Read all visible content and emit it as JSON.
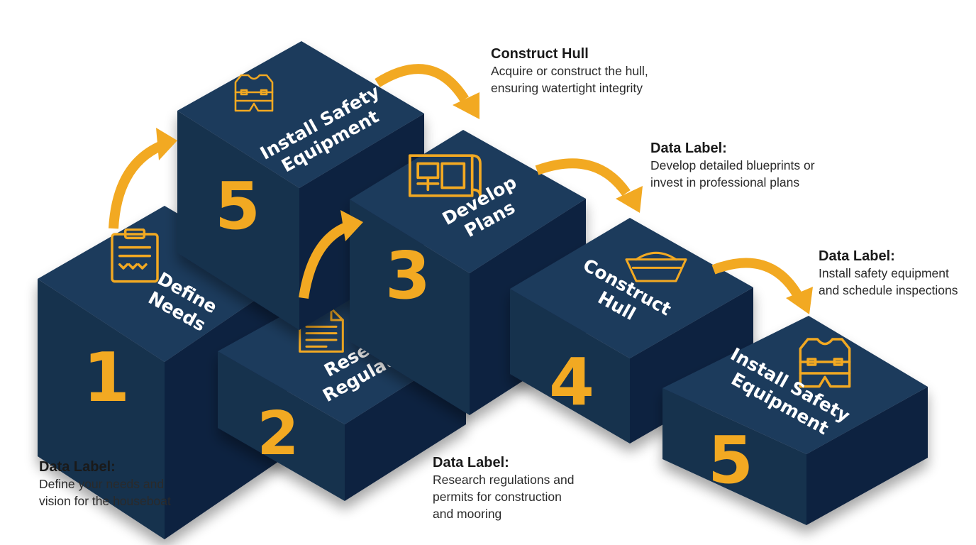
{
  "steps": [
    {
      "number": "1",
      "title_lines": [
        "Define",
        "Needs"
      ],
      "icon": "clipboard-icon"
    },
    {
      "number": "2",
      "title_lines": [
        "Research",
        "Regulations"
      ],
      "icon": "document-icon"
    },
    {
      "number": "3",
      "title_lines": [
        "Develop",
        "Plans"
      ],
      "icon": "blueprint-icon"
    },
    {
      "number": "4",
      "title_lines": [
        "Construct",
        "Hull"
      ],
      "icon": "boat-hull-icon"
    },
    {
      "number": "5",
      "title_lines": [
        "Install Safety",
        "Equipment"
      ],
      "icon": "life-vest-icon"
    },
    {
      "number": "5",
      "title_lines": [
        "Install Safety",
        "Equipment"
      ],
      "icon": "life-vest-icon",
      "secondary_icon": "warning-shield-icon"
    }
  ],
  "annotations": {
    "define_needs": {
      "title": "Data Label:",
      "body": "Define your needs and\nvision for the houseboat"
    },
    "research_regulations": {
      "title": "Data Label:",
      "body": "Research regulations and\npermits for construction\nand mooring"
    },
    "construct_hull": {
      "title": "Construct Hull",
      "body": "Acquire or construct the hull,\nensuring watertight integrity"
    },
    "develop_plans": {
      "title": "Data Label:",
      "body": "Develop detailed blueprints or\ninvest in professional plans"
    },
    "install_safety": {
      "title": "Data Label:",
      "body": "Install safety equipment\nand schedule inspections"
    }
  },
  "colors": {
    "cube_top": "#1d3a5c",
    "cube_left": "#16304e",
    "cube_right": "#0f2440",
    "accent": "#f2a922",
    "text_dark": "#1a1a1a"
  }
}
